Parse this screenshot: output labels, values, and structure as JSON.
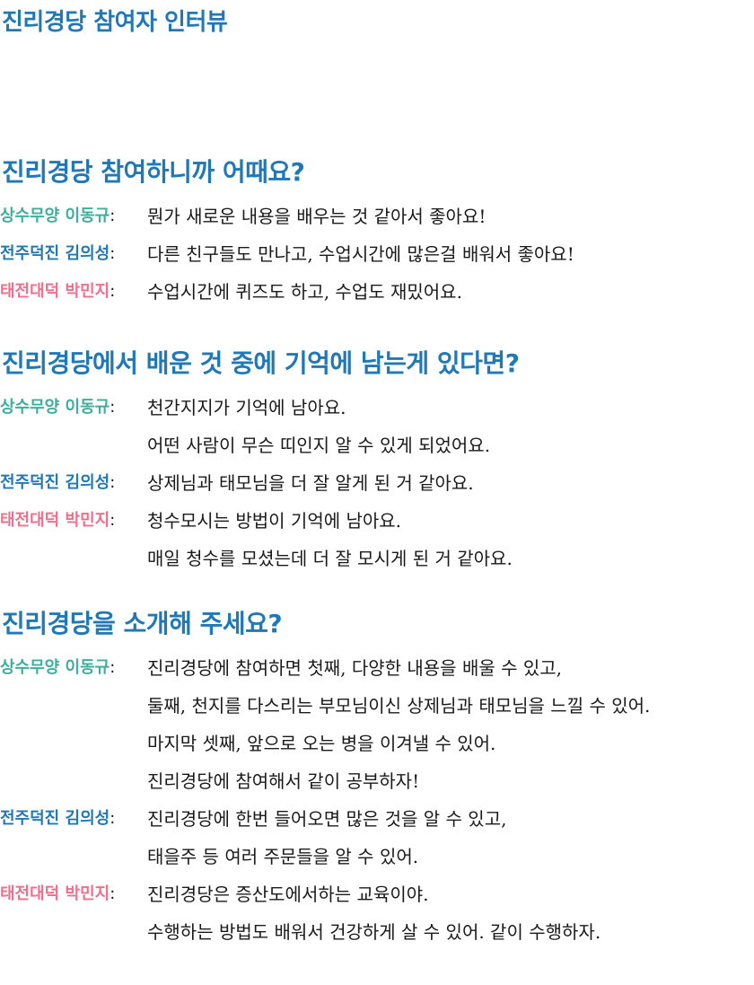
{
  "title": "진리경당 참여자 인터뷰",
  "colors": {
    "heading": "#2178b7",
    "teal": "#3fae9c",
    "blue": "#2178b7",
    "pink": "#f06f8c"
  },
  "speakers": {
    "s1": "상수무양 이동규",
    "s2": "전주덕진 김의성",
    "s3": "태전대덕 박민지"
  },
  "sections": [
    {
      "question": "진리경당 참여하니까 어때요?",
      "answers": [
        {
          "lines": [
            "뭔가 새로운 내용을 배우는 것 같아서 좋아요!"
          ]
        },
        {
          "lines": [
            "다른 친구들도 만나고, 수업시간에 많은걸 배워서 좋아요!"
          ]
        },
        {
          "lines": [
            "수업시간에 퀴즈도 하고, 수업도 재밌어요."
          ]
        }
      ]
    },
    {
      "question": "진리경당에서 배운 것 중에 기억에 남는게 있다면?",
      "answers": [
        {
          "lines": [
            "천간지지가 기억에 남아요.",
            "어떤 사람이 무슨 띠인지 알 수 있게 되었어요."
          ]
        },
        {
          "lines": [
            "상제님과 태모님을 더 잘 알게 된 거 같아요."
          ]
        },
        {
          "lines": [
            "청수모시는 방법이 기억에 남아요.",
            "매일 청수를 모셨는데 더 잘 모시게 된 거 같아요."
          ]
        }
      ]
    },
    {
      "question": "진리경당을 소개해 주세요?",
      "answers": [
        {
          "lines": [
            "진리경당에 참여하면 첫째, 다양한 내용을 배울 수 있고,",
            "둘째, 천지를 다스리는 부모님이신 상제님과 태모님을 느낄 수 있어.",
            "마지막 셋째, 앞으로 오는 병을 이겨낼 수 있어.",
            "진리경당에 참여해서 같이 공부하자!"
          ]
        },
        {
          "lines": [
            "진리경당에 한번 들어오면 많은 것을 알 수 있고,",
            "태을주 등 여러 주문들을 알 수 있어."
          ]
        },
        {
          "lines": [
            "진리경당은 증산도에서하는 교육이야.",
            "수행하는 방법도 배워서 건강하게 살 수 있어. 같이 수행하자."
          ]
        }
      ]
    }
  ]
}
